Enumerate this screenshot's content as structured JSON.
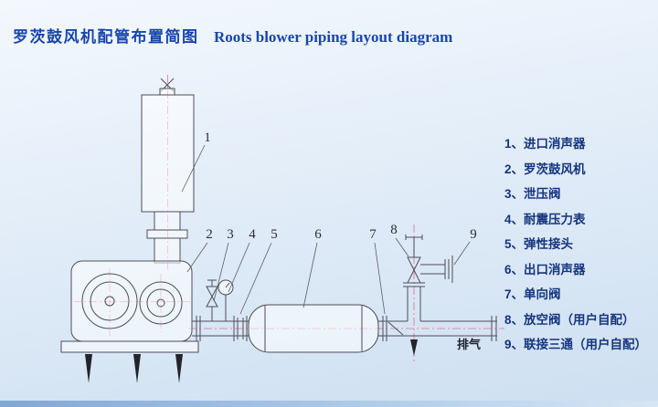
{
  "title": {
    "zh": "罗茨鼓风机配管布置简图",
    "en": "Roots blower piping layout diagram"
  },
  "legend": [
    "1、进口消声器",
    "2、罗茨鼓风机",
    "3、泄压阀",
    "4、耐震压力表",
    "5、弹性接头",
    "6、出口消声器",
    "7、单向阀",
    "8、放空阀（用户自配）",
    "9、联接三通（用户自配）"
  ],
  "callouts": [
    "1",
    "2",
    "3",
    "4",
    "5",
    "6",
    "7",
    "8",
    "9"
  ],
  "labels": {
    "exhaust": "排气"
  },
  "colors": {
    "title": "#1946ad",
    "legend_text": "#16357f",
    "line": "#4d4d58",
    "centerline": "#e0718f",
    "ink": "#23232b"
  }
}
